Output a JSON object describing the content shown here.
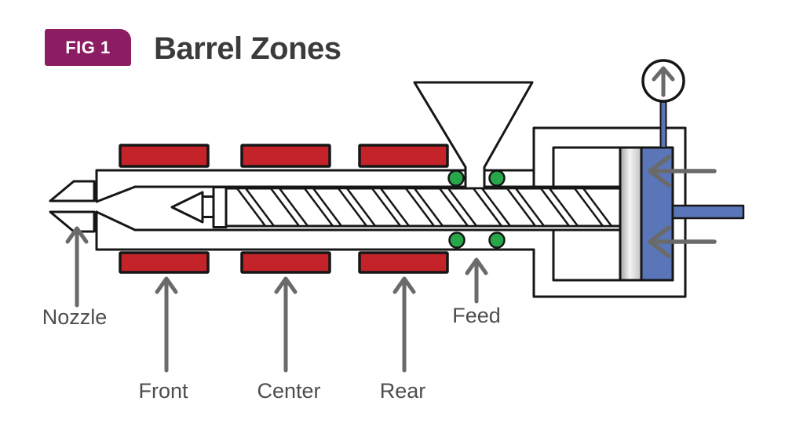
{
  "figure": {
    "badge": "FIG 1",
    "title": "Barrel Zones"
  },
  "labels": {
    "nozzle": "Nozzle",
    "front": "Front",
    "center": "Center",
    "rear": "Rear",
    "feed": "Feed"
  },
  "icons": {
    "pressure_gauge": "circle-with-up-arrow",
    "hydraulic_flow": "left-arrow",
    "zone_pointer": "up-arrow"
  },
  "colors": {
    "heater_red": "#c5232a",
    "sensor_green": "#27a74a",
    "hydraulic_blue": "#5b76b8",
    "badge_magenta": "#8c1d63",
    "line_black": "#161616",
    "arrow_gray": "#6a6a6a",
    "label_gray": "#4d4d4d",
    "title_gray": "#3b3b3b"
  }
}
